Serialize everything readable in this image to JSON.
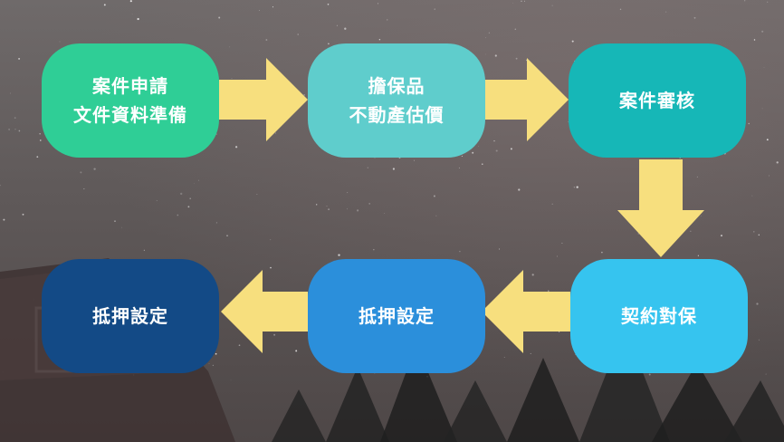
{
  "colors": {
    "arrow": "#f7df7e",
    "step1": "#2fce96",
    "step2": "#5fcdcc",
    "step3": "#16b7b7",
    "step4": "#36c4ef",
    "step5": "#2b8fdb",
    "step6": "#134a86"
  },
  "steps": [
    {
      "line1": "案件申請",
      "line2": "文件資料準備"
    },
    {
      "line1": "擔保品",
      "line2": "不動產估價"
    },
    {
      "line1": "案件審核"
    },
    {
      "line1": "契約對保"
    },
    {
      "line1": "抵押設定"
    },
    {
      "line1": "抵押設定"
    }
  ]
}
